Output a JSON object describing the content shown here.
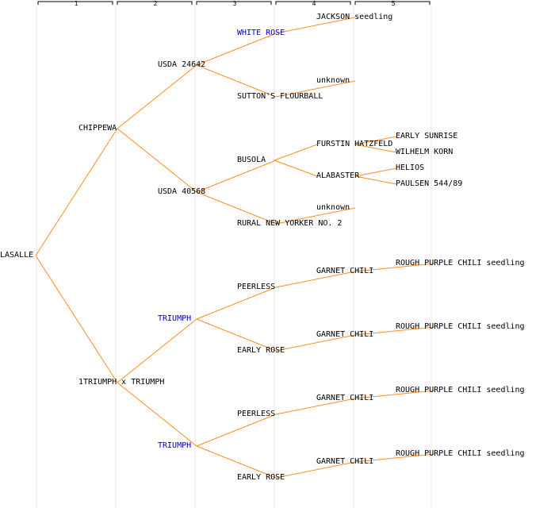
{
  "colors": {
    "line": "#ff8c1a",
    "grid": "#e8e8e8",
    "link": "#0000cc",
    "text": "#000000"
  },
  "generations": [
    "1",
    "2",
    "3",
    "4",
    "5"
  ],
  "root": "LASALLE",
  "gen1": {
    "n1": "CHIPPEWA",
    "n2": "1TRIUMPH x TRIUMPH"
  },
  "gen2": {
    "n1": "USDA 24642",
    "n2": "USDA 40568",
    "n3": "TRIUMPH",
    "n4": "TRIUMPH"
  },
  "gen3": {
    "n1": "WHITE ROSE",
    "n2": "SUTTON'S FLOURBALL",
    "n3": "BUSOLA",
    "n4": "RURAL NEW YORKER NO. 2",
    "n5": "PEERLESS",
    "n6": "EARLY ROSE",
    "n7": "PEERLESS",
    "n8": "EARLY ROSE"
  },
  "gen4": {
    "n1": "JACKSON seedling",
    "n2": "unknown",
    "n3": "FURSTIN HATZFELD",
    "n4": "ALABASTER",
    "n5": "unknown",
    "n6": "GARNET CHILI",
    "n7": "GARNET CHILI",
    "n8": "GARNET CHILI",
    "n9": "GARNET CHILI"
  },
  "gen5": {
    "n1": "EARLY SUNRISE",
    "n2": "WILHELM KORN",
    "n3": "HELIOS",
    "n4": "PAULSEN 544/89",
    "n5": "ROUGH PURPLE CHILI seedling",
    "n6": "ROUGH PURPLE CHILI seedling",
    "n7": "ROUGH PURPLE CHILI seedling",
    "n8": "ROUGH PURPLE CHILI seedling"
  }
}
